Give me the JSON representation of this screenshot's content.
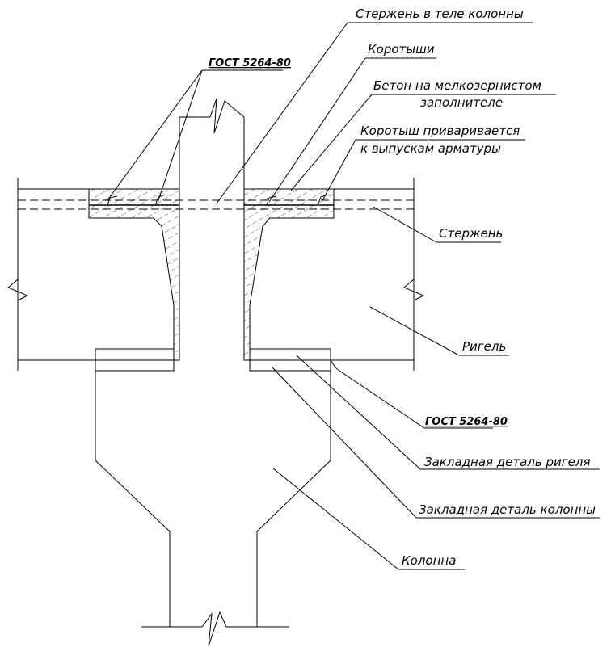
{
  "labels": {
    "rod_in_column": "Стержень в теле колонны",
    "gost_top": "ГОСТ 5264-80",
    "stubs": "Коротыши",
    "concrete_line1": "Бетон на мелкозернистом",
    "concrete_line2": "заполнителе",
    "stub_weld_line1": "Коротыш приваривается",
    "stub_weld_line2": "к выпускам арматуры",
    "rod": "Стержень",
    "girder": "Ригель",
    "gost_bottom": "ГОСТ 5264-80",
    "girder_embed": "Закладная деталь ригеля",
    "column_embed": "Закладная деталь колонны",
    "column": "Колонна"
  }
}
